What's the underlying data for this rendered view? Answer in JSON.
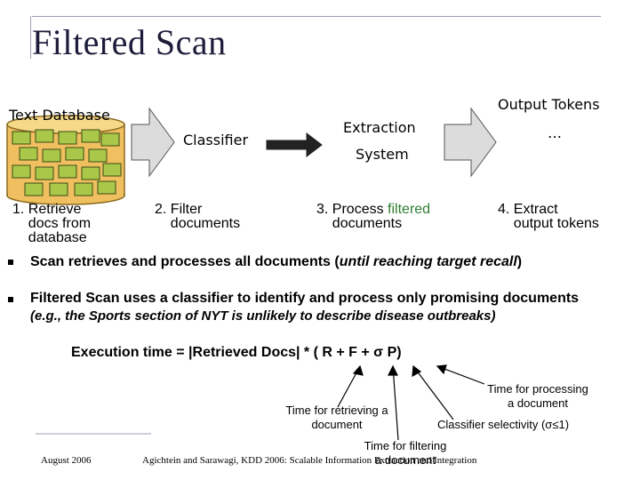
{
  "slide": {
    "title": "Filtered Scan",
    "footer_date": "August 2006",
    "footer_citation": "Agichtein and Sarawagi, KDD 2006: Scalable Information Extraction and Integration"
  },
  "diagram": {
    "database_label": "Text Database",
    "classifier_label": "Classifier",
    "extraction_label_line1": "Extraction",
    "extraction_label_line2": "System",
    "output_label": "Output Tokens",
    "output_ellipsis": "…",
    "steps": [
      {
        "number": "1.",
        "text": "Retrieve\ndocs from\ndatabase"
      },
      {
        "number": "2.",
        "text": "Filter\ndocuments"
      },
      {
        "number": "3.",
        "text_before": "Process ",
        "text_highlight": "filtered",
        "text_after": "\ndocuments"
      },
      {
        "number": "4.",
        "text": "Extract\noutput tokens"
      }
    ]
  },
  "bullets": [
    {
      "lead": "Scan",
      "rest_before": " retrieves and processes all documents (",
      "emphasis": "until reaching target recall",
      "rest_after": ")"
    },
    {
      "lead": "Filtered Scan",
      "rest": " uses a classifier to identify and process only promising documents",
      "sub": "(e.g., the Sports section of NYT is unlikely to describe disease outbreaks)"
    }
  ],
  "formula": {
    "text": "Execution time = |Retrieved Docs| * ( R + F + σ P)"
  },
  "annotations": {
    "retrieving": "Time for retrieving a\ndocument",
    "filtering": "Time for filtering\na document",
    "selectivity": "Classifier selectivity (σ≤1)",
    "processing": "Time for processing\na document"
  },
  "colors": {
    "title": "#1d1d3b",
    "arrow_fill": "#dcdcdc",
    "arrow_stroke": "#555555",
    "highlight_green": "#2e7d32",
    "db_fill": "#f0c060",
    "doc_fill": "#a9c84a"
  }
}
